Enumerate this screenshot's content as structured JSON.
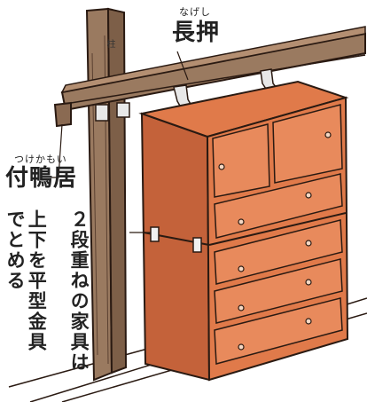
{
  "labels": {
    "nageshi_ruby": "なげし",
    "nageshi": "長押",
    "tsukekamoi_ruby": "つけかもい",
    "tsukekamoi": "付鴨居",
    "pillar": "柱",
    "note_line1": "２段重ねの家具は",
    "note_line2": "上下を平型金具",
    "note_line3": "でとめる"
  },
  "colors": {
    "wood": "#e07a4a",
    "wood_dark": "#c4623a",
    "pillar": "#9a7a60",
    "outline": "#2a1a12",
    "bracket": "#e8e8e8",
    "floor": "#d9c9b6"
  },
  "icons": {
    "bracket": "wall-anchor-bracket-icon",
    "fitting": "flat-metal-fitting-icon"
  }
}
